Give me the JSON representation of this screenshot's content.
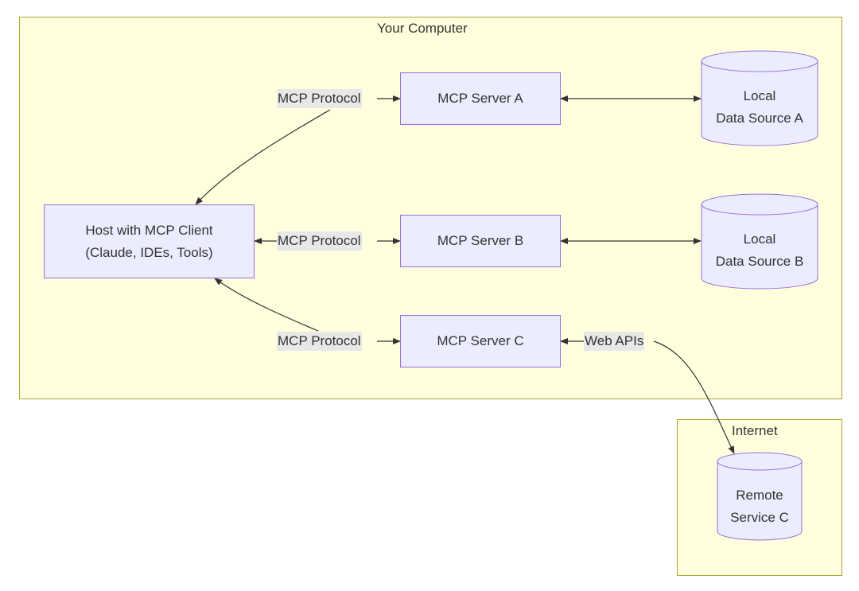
{
  "clusters": {
    "computer": {
      "title": "Your Computer"
    },
    "internet": {
      "title": "Internet"
    }
  },
  "nodes": {
    "host": {
      "line1": "Host with MCP Client",
      "line2": "(Claude, IDEs, Tools)"
    },
    "server_a": {
      "label": "MCP Server A"
    },
    "server_b": {
      "label": "MCP Server B"
    },
    "server_c": {
      "label": "MCP Server C"
    },
    "db_a": {
      "line1": "Local",
      "line2": "Data Source A"
    },
    "db_b": {
      "line1": "Local",
      "line2": "Data Source B"
    },
    "remote_c": {
      "line1": "Remote",
      "line2": "Service C"
    }
  },
  "edges": {
    "protocol_a": "MCP Protocol",
    "protocol_b": "MCP Protocol",
    "protocol_c": "MCP Protocol",
    "web_apis": "Web APIs"
  },
  "colors": {
    "cluster_fill": "#ffffde",
    "cluster_stroke": "#aaaa33",
    "node_fill": "#ececff",
    "node_stroke": "#9370db",
    "edge": "#333333",
    "label_bg": "#e8e8e8"
  }
}
